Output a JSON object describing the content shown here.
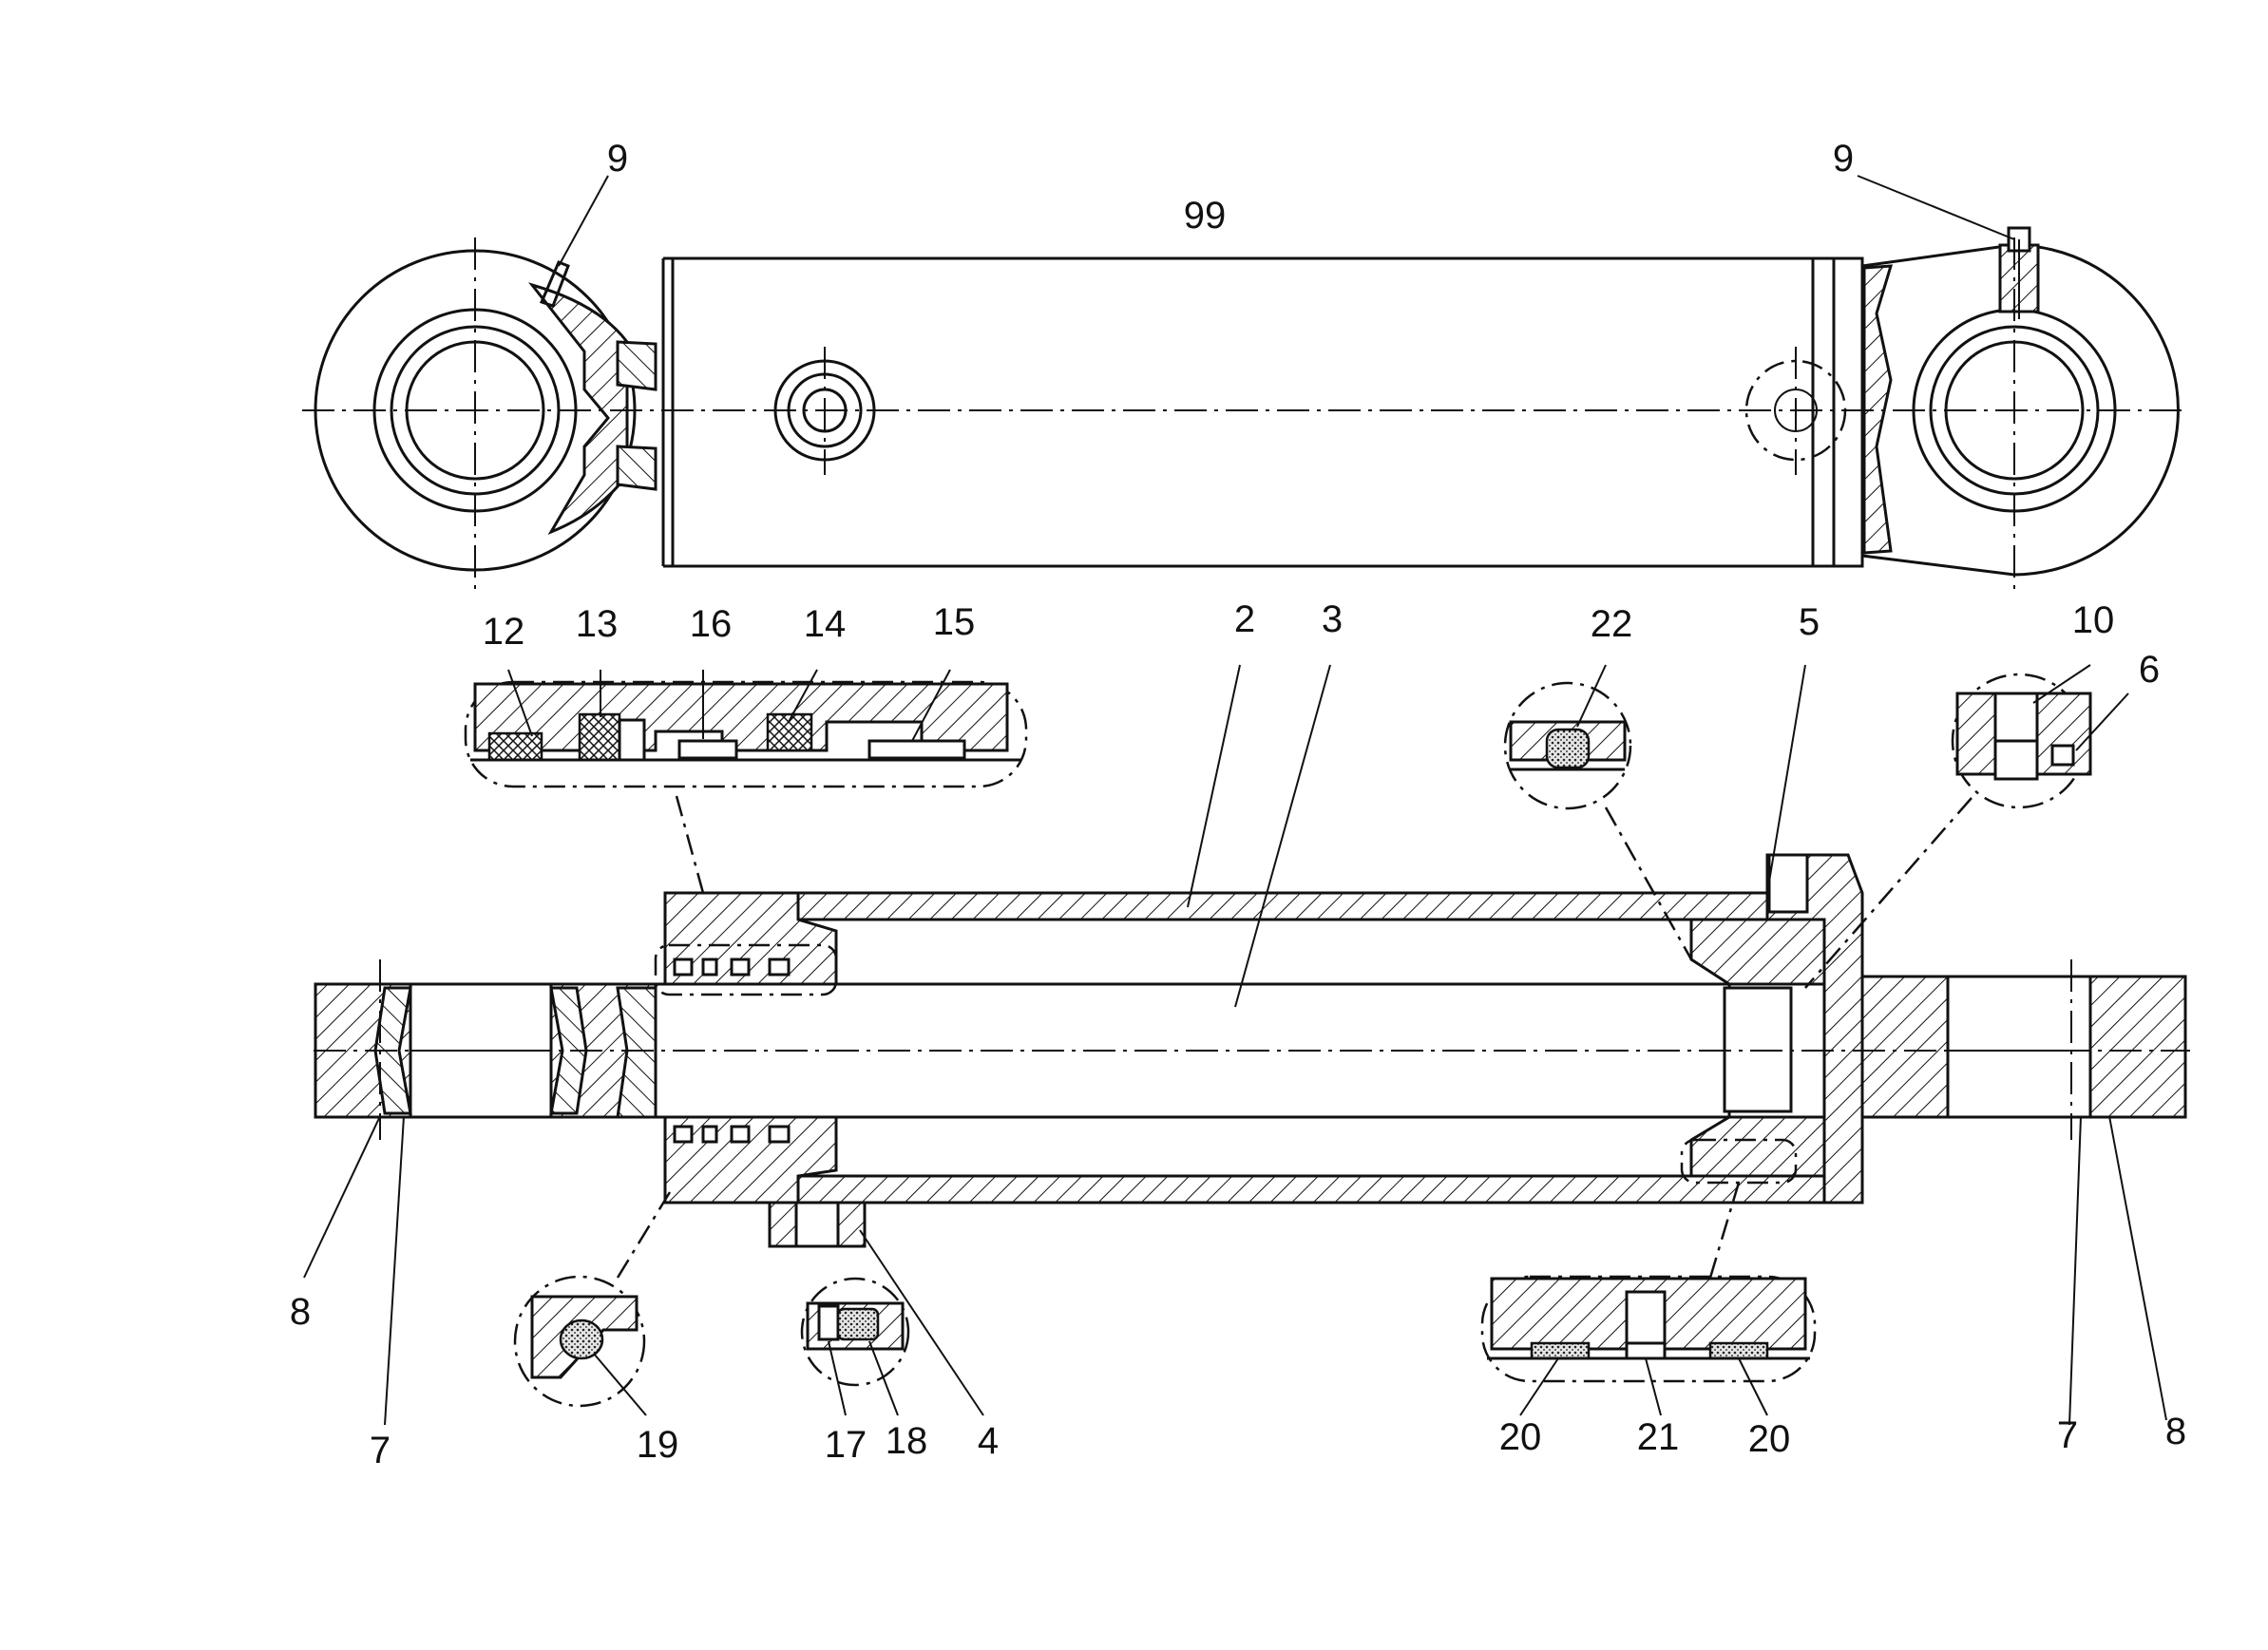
{
  "title": "99",
  "callouts": [
    {
      "id": "c-9-left",
      "text": "9"
    },
    {
      "id": "c-9-right",
      "text": "9"
    },
    {
      "id": "c-12",
      "text": "12"
    },
    {
      "id": "c-13",
      "text": "13"
    },
    {
      "id": "c-16",
      "text": "16"
    },
    {
      "id": "c-14",
      "text": "14"
    },
    {
      "id": "c-15",
      "text": "15"
    },
    {
      "id": "c-2",
      "text": "2"
    },
    {
      "id": "c-3",
      "text": "3"
    },
    {
      "id": "c-22",
      "text": "22"
    },
    {
      "id": "c-5",
      "text": "5"
    },
    {
      "id": "c-10",
      "text": "10"
    },
    {
      "id": "c-6",
      "text": "6"
    },
    {
      "id": "c-8-left",
      "text": "8"
    },
    {
      "id": "c-7-left",
      "text": "7"
    },
    {
      "id": "c-19",
      "text": "19"
    },
    {
      "id": "c-17",
      "text": "17"
    },
    {
      "id": "c-18",
      "text": "18"
    },
    {
      "id": "c-4",
      "text": "4"
    },
    {
      "id": "c-20-left",
      "text": "20"
    },
    {
      "id": "c-21",
      "text": "21"
    },
    {
      "id": "c-20-right",
      "text": "20"
    },
    {
      "id": "c-7-right",
      "text": "7"
    },
    {
      "id": "c-8-right",
      "text": "8"
    }
  ]
}
